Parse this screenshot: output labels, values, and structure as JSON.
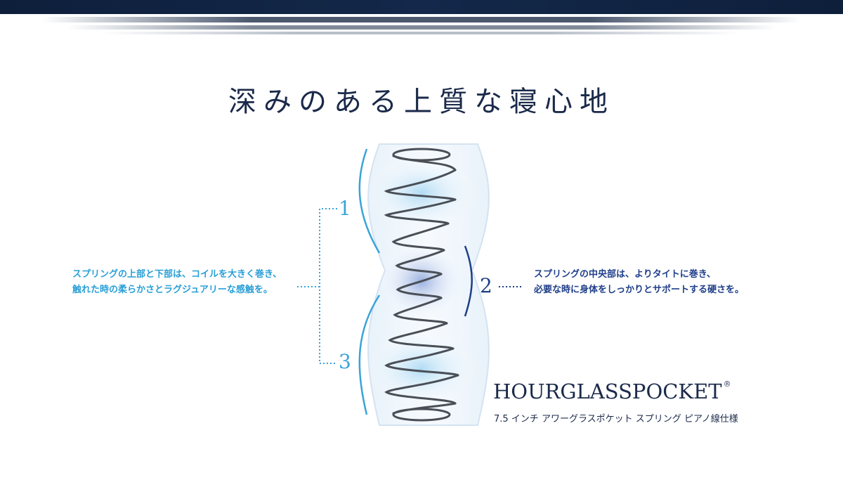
{
  "header": {
    "title": "深みのある上質な寝心地"
  },
  "labels": {
    "one": "1",
    "two": "2",
    "three": "3"
  },
  "descriptions": {
    "left_line1": "スプリングの上部と下部は、コイルを大きく巻き、",
    "left_line2": "触れた時の柔らかさとラグジュアリーな感触を。",
    "right_line1": "スプリングの中央部は、よりタイトに巻き、",
    "right_line2": "必要な時に身体をしっかりとサポートする硬さを。"
  },
  "product": {
    "brand_name": "HOURGLASSPOCKET",
    "registered_mark": "®",
    "spec": "7.5 インチ アワーグラスポケット スプリング  ピアノ線仕様"
  },
  "colors": {
    "navy": "#1b2a4a",
    "light_blue": "#3aa3d9",
    "deep_blue": "#1e3f86"
  },
  "icons": {
    "spring": "hourglass-coil-spring-icon"
  }
}
